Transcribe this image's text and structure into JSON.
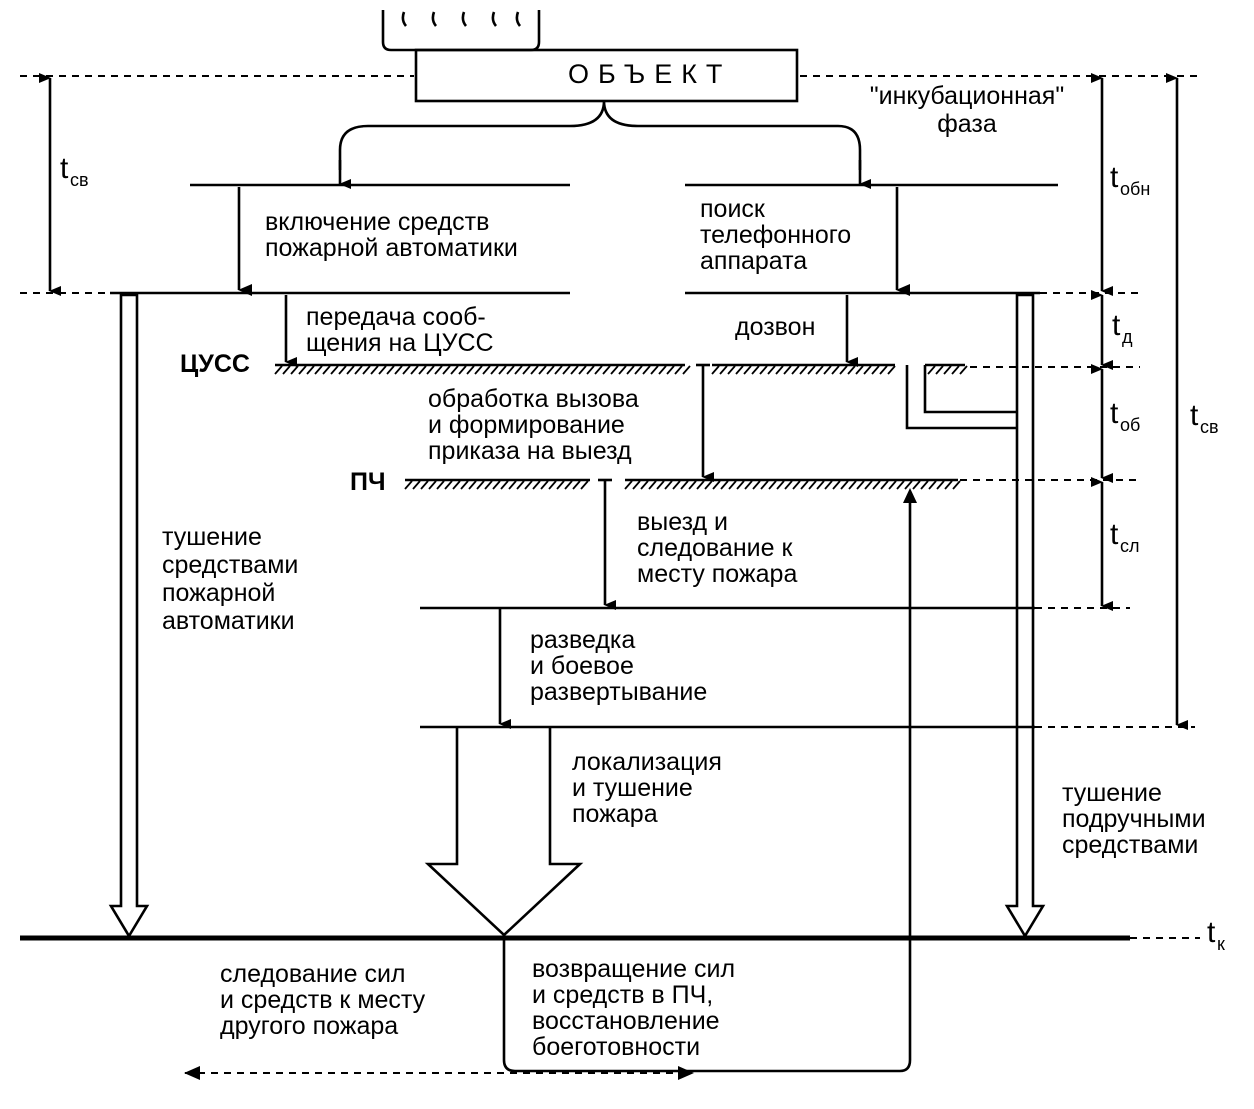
{
  "object_label": "ОБЪЕКТ",
  "incubation_phase": [
    "\"инкубационная\"",
    "фаза"
  ],
  "stations": {
    "tsuss": "ЦУСС",
    "pch": "ПЧ"
  },
  "steps": {
    "auto_activation": [
      "включение средств",
      "пожарной автоматики"
    ],
    "phone_search": [
      "поиск",
      "телефонного",
      "аппарата"
    ],
    "message_transfer": [
      "передача сооб-",
      "щения на ЦУСС"
    ],
    "dial": [
      "дозвон"
    ],
    "call_processing": [
      "обработка вызова",
      "и формирование",
      "приказа на выезд"
    ],
    "departure": [
      "выезд и",
      "следование к",
      "месту пожара"
    ],
    "recon": [
      "разведка",
      "и боевое",
      "развертывание"
    ],
    "localization": [
      "локализация",
      "и тушение",
      "пожара"
    ],
    "auto_extinguish": [
      "тушение",
      "средствами",
      "пожарной",
      "автоматики"
    ],
    "manual_extinguish": [
      "тушение",
      "подручными",
      "средствами"
    ],
    "next_fire": [
      "следование сил",
      "и средств к месту",
      "другого пожара"
    ],
    "return": [
      "возвращение сил",
      "и средств в ПЧ,",
      "восстановление",
      "боеготовности"
    ]
  },
  "time_labels": {
    "t_sv_left": {
      "main": "t",
      "sub": "св"
    },
    "t_obn": {
      "main": "t",
      "sub": "обн"
    },
    "t_d": {
      "main": "t",
      "sub": "д"
    },
    "t_ob": {
      "main": "t",
      "sub": "об"
    },
    "t_sl": {
      "main": "t",
      "sub": "сл"
    },
    "t_sv_right": {
      "main": "t",
      "sub": "св"
    },
    "t_k": {
      "main": "t",
      "sub": "к"
    }
  }
}
